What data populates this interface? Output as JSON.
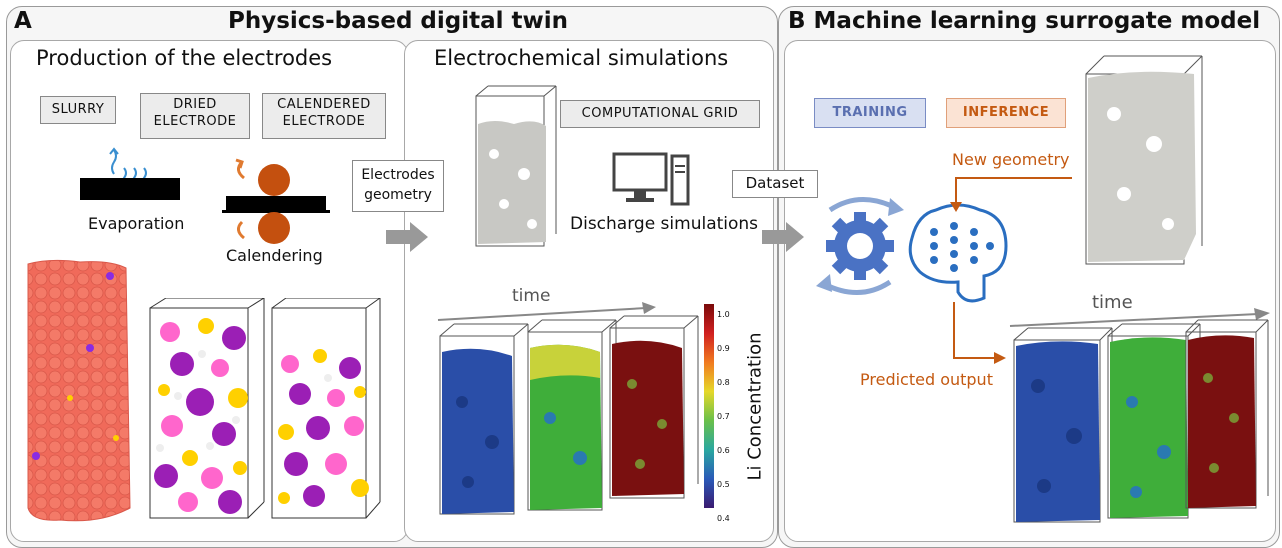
{
  "panel_a": {
    "letter": "A",
    "title": "Physics-based digital twin",
    "production": {
      "title": "Production of the electrodes",
      "slurry_label": "SLURRY",
      "dried_label": "DRIED ELECTRODE",
      "calendered_label": "CALENDERED ELECTRODE",
      "evaporation_label": "Evaporation",
      "calendering_label": "Calendering"
    },
    "electrodes_geometry_label": "Electrodes geometry",
    "electrochemical": {
      "title": "Electrochemical simulations",
      "grid_label": "COMPUTATIONAL GRID",
      "discharge_label": "Discharge simulations",
      "time_label": "time",
      "colorbar_label": "Li Concentration",
      "colorbar_ticks": [
        "1.0",
        "0.9",
        "0.8",
        "0.7",
        "0.6",
        "0.5",
        "0.4"
      ]
    }
  },
  "dataset_label": "Dataset",
  "panel_b": {
    "letter": "B",
    "title": "Machine learning surrogate model",
    "training_label": "TRAINING",
    "inference_label": "INFERENCE",
    "new_geometry_label": "New geometry",
    "predicted_output_label": "Predicted output",
    "time_label": "time"
  },
  "colors": {
    "training": "#5a6fb0",
    "inference": "#c45a12",
    "concentration_low": "#2040a0",
    "concentration_mid": "#40b040",
    "concentration_high": "#7a1010"
  }
}
